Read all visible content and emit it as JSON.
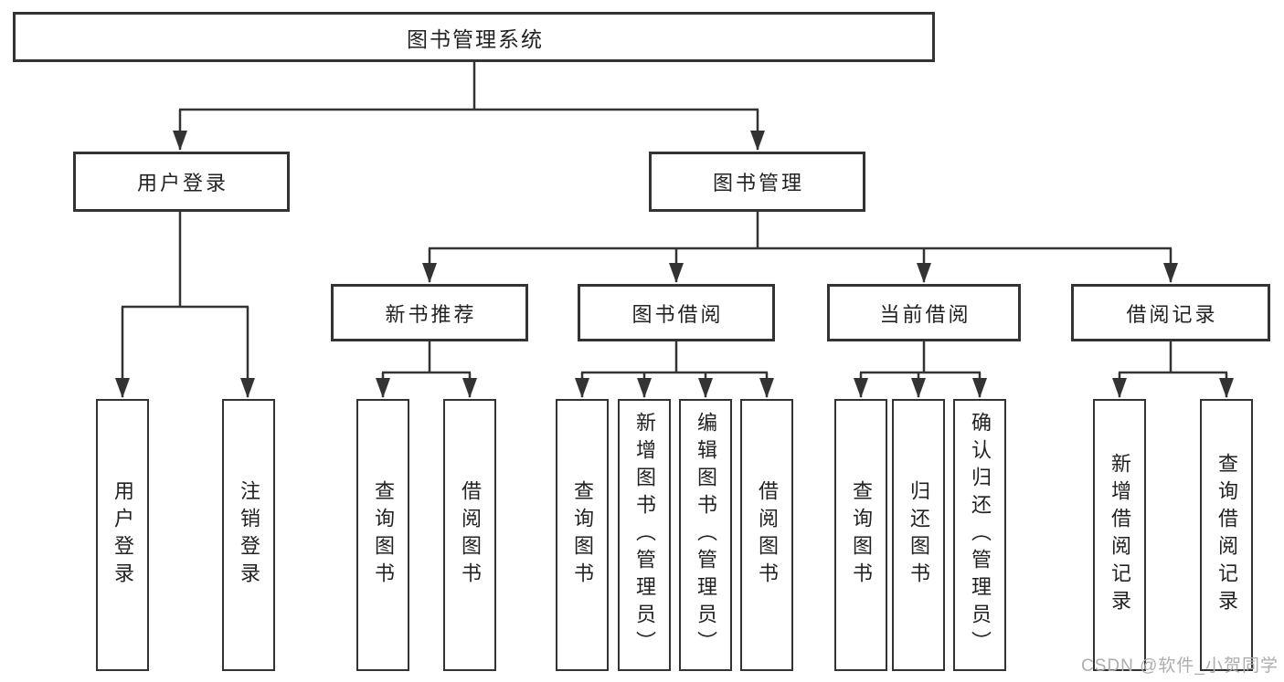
{
  "diagram": {
    "root": {
      "label": "图书管理系统"
    },
    "level2": [
      {
        "label": "用户登录"
      },
      {
        "label": "图书管理"
      }
    ],
    "level3": [
      {
        "label": "新书推荐"
      },
      {
        "label": "图书借阅"
      },
      {
        "label": "当前借阅"
      },
      {
        "label": "借阅记录"
      }
    ],
    "leaves": [
      {
        "label": "用户登录"
      },
      {
        "label": "注销登录"
      },
      {
        "label": "查询图书"
      },
      {
        "label": "借阅图书"
      },
      {
        "label": "查询图书"
      },
      {
        "label": "新增图书（管理员）"
      },
      {
        "label": "编辑图书（管理员）"
      },
      {
        "label": "借阅图书"
      },
      {
        "label": "查询图书"
      },
      {
        "label": "归还图书"
      },
      {
        "label": "确认归还（管理员）"
      },
      {
        "label": "新增借阅记录"
      },
      {
        "label": "查询借阅记录"
      }
    ]
  },
  "watermark": {
    "text": "CSDN @软件_小贺同学"
  },
  "colors": {
    "line": "#333333",
    "text": "#222222",
    "background": "#ffffff",
    "watermark": "#adadad"
  }
}
